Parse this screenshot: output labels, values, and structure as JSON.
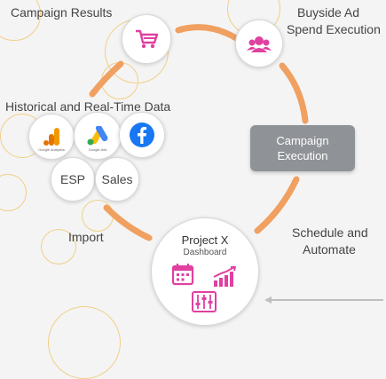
{
  "labels": {
    "campaign_results": "Campaign Results",
    "buyside_line1": "Buyside Ad",
    "buyside_line2": "Spend Execution",
    "historical": "Historical and Real-Time Data",
    "import": "Import",
    "schedule_line1": "Schedule and",
    "schedule_line2": "Automate"
  },
  "campaign_execution": {
    "line1": "Campaign",
    "line2": "Execution"
  },
  "data_sources": {
    "google_analytics": "Google Analytics",
    "google_ads": "Google Ads",
    "esp": "ESP",
    "sales": "Sales"
  },
  "hub": {
    "title": "Project X",
    "subtitle": "Dashboard"
  },
  "colors": {
    "arrow": "#f0a060",
    "accent_pink": "#e040a0",
    "exec_box": "#8f9296",
    "ga_orange": "#f29900",
    "ads_blue": "#4285f4",
    "ads_yellow": "#fbbc04",
    "ads_green": "#34a853",
    "facebook_blue": "#1877f2"
  },
  "icons": [
    "shopping-cart-icon",
    "audience-icon",
    "google-analytics-icon",
    "google-ads-icon",
    "facebook-icon",
    "calendar-icon",
    "growth-chart-icon",
    "sliders-icon"
  ]
}
